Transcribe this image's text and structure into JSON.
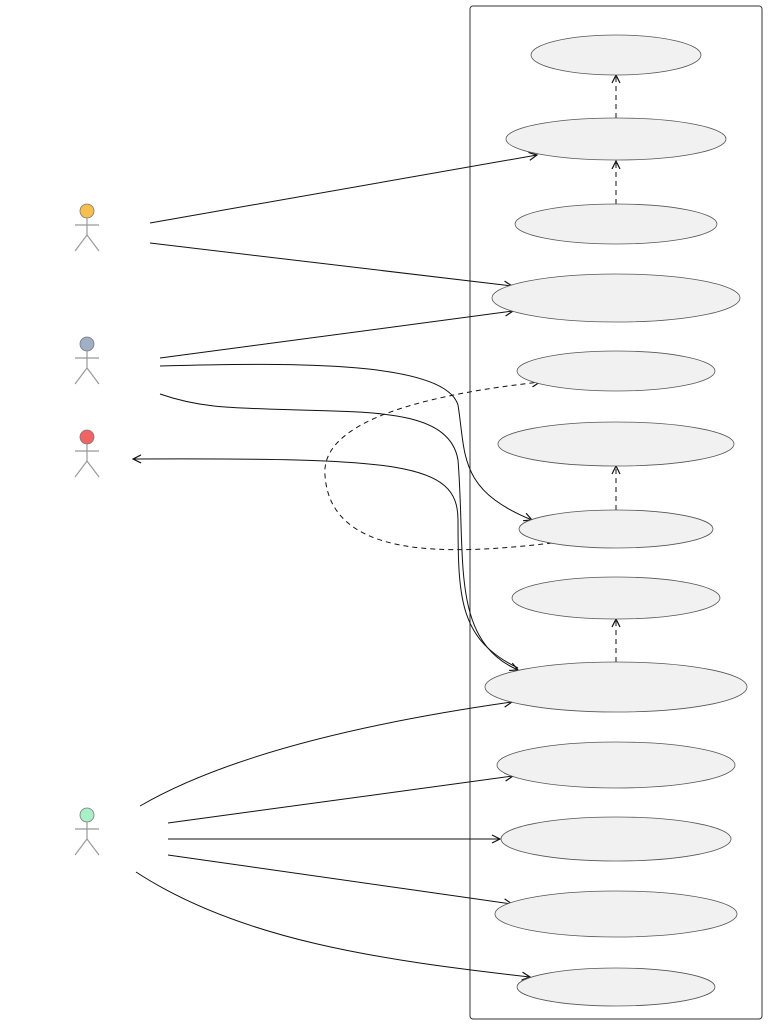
{
  "colors": {
    "boundary_stroke": "#333333",
    "boundary_fill": "#ffffff",
    "usecase_fill": "#f1f1f1",
    "usecase_stroke": "#555555",
    "edge_stroke": "#111111",
    "actor_body": "#999999"
  },
  "system": {
    "label": ""
  },
  "actors": [
    {
      "id": "actor-1",
      "label": "",
      "head_color": "#f6c04f"
    },
    {
      "id": "actor-2",
      "label": "",
      "head_color": "#9fb0c6"
    },
    {
      "id": "actor-3",
      "label": "",
      "head_color": "#f26464"
    },
    {
      "id": "actor-4",
      "label": "",
      "head_color": "#a9f0c9"
    }
  ],
  "use_cases": [
    {
      "id": "uc-1",
      "label": ""
    },
    {
      "id": "uc-2",
      "label": ""
    },
    {
      "id": "uc-3",
      "label": ""
    },
    {
      "id": "uc-4",
      "label": ""
    },
    {
      "id": "uc-5",
      "label": ""
    },
    {
      "id": "uc-6",
      "label": ""
    },
    {
      "id": "uc-7",
      "label": ""
    },
    {
      "id": "uc-8",
      "label": ""
    },
    {
      "id": "uc-9",
      "label": ""
    },
    {
      "id": "uc-10",
      "label": ""
    },
    {
      "id": "uc-11",
      "label": ""
    },
    {
      "id": "uc-12",
      "label": ""
    },
    {
      "id": "uc-13",
      "label": ""
    }
  ],
  "associations": [
    {
      "from": "actor-1",
      "to": "uc-2"
    },
    {
      "from": "actor-1",
      "to": "uc-4"
    },
    {
      "from": "actor-2",
      "to": "uc-4"
    },
    {
      "from": "actor-2",
      "to": "uc-7"
    },
    {
      "from": "actor-2",
      "to": "uc-9"
    },
    {
      "from": "uc-9",
      "to": "actor-3"
    },
    {
      "from": "actor-4",
      "to": "uc-9"
    },
    {
      "from": "actor-4",
      "to": "uc-10"
    },
    {
      "from": "actor-4",
      "to": "uc-11"
    },
    {
      "from": "actor-4",
      "to": "uc-12"
    },
    {
      "from": "actor-4",
      "to": "uc-13"
    }
  ],
  "dependencies": [
    {
      "from": "uc-2",
      "to": "uc-1"
    },
    {
      "from": "uc-3",
      "to": "uc-2"
    },
    {
      "from": "uc-7",
      "to": "uc-6"
    },
    {
      "from": "uc-9",
      "to": "uc-8"
    },
    {
      "from": "uc-7",
      "to": "uc-5"
    }
  ]
}
